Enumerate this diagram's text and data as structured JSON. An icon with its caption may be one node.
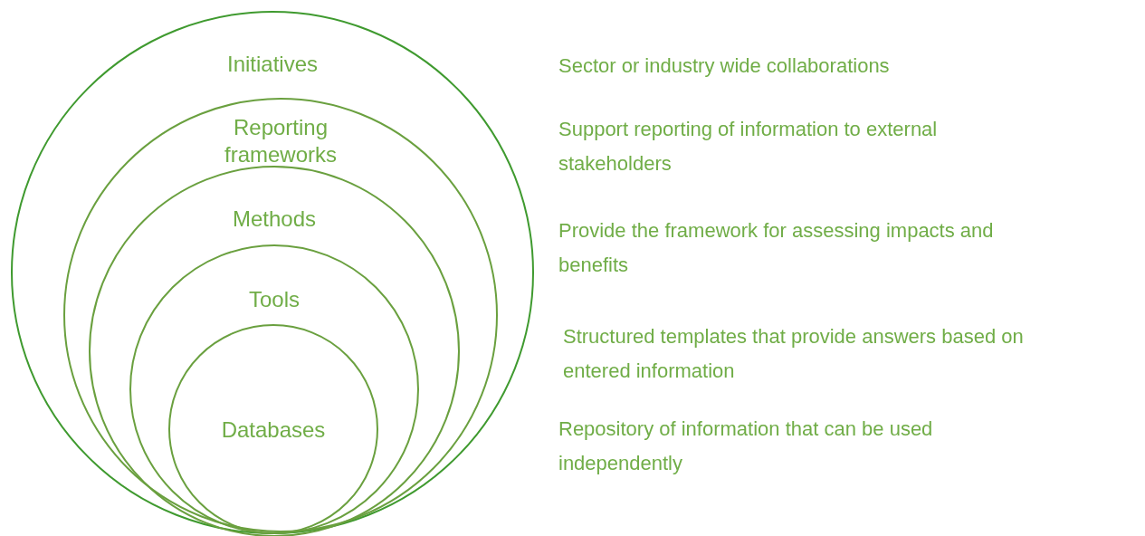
{
  "diagram": {
    "nodes": [
      {
        "text": [
          "Initiatives"
        ]
      },
      {
        "text": [
          "Reporting frameworks"
        ],
        "in": 0
      },
      {
        "text": [
          "Methods"
        ],
        "in": 1
      },
      {
        "text": [
          "Tools"
        ],
        "in": 2
      },
      {
        "text": [
          "Databases"
        ],
        "in": 3
      }
    ],
    "labels": [
      "Sector or industry wide collaborations",
      "Support reporting of information to external stakeholders",
      "Provide the framework for assessing impacts and benefits",
      "Structured templates that provide answers based on entered information",
      "Repository of information that can be used independently"
    ]
  }
}
